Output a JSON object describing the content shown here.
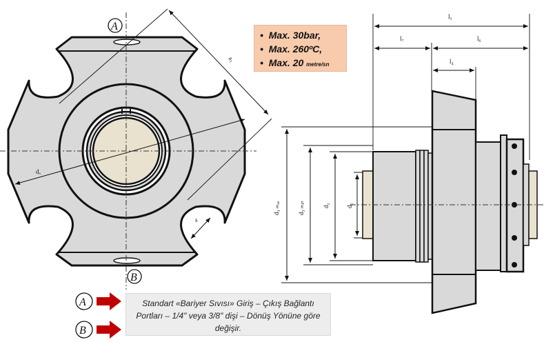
{
  "specs": [
    {
      "text": "Max. 30bar,",
      "sub": ""
    },
    {
      "text": "Max. 260ºC,",
      "sub": ""
    },
    {
      "text": "Max. 20 ",
      "sub": "metre/sn"
    }
  ],
  "note": "Standart «Bariyer Sıvısı» Giriş – Çıkış Bağlantı Portları – 1/4\" veya 3/8\" dişi – Dönüş Yönüne göre değişir.",
  "markers": {
    "a": "A",
    "b": "B"
  },
  "labels": {
    "a1": "a1",
    "dx": "dₓ",
    "s": "s",
    "l5": "l₅",
    "l7": "l₇",
    "l6": "l₆",
    "l4": "l₄",
    "d3max": "d₃ ₘₐₓ",
    "d3min": "d₃ ₘᵢₙ",
    "d2": "d₂",
    "d1": "d₁"
  },
  "colors": {
    "body": "#d9d9d9",
    "shaft": "#e9e2cf",
    "arrow": "#c00000",
    "spec_bg": "#f8cbad"
  }
}
